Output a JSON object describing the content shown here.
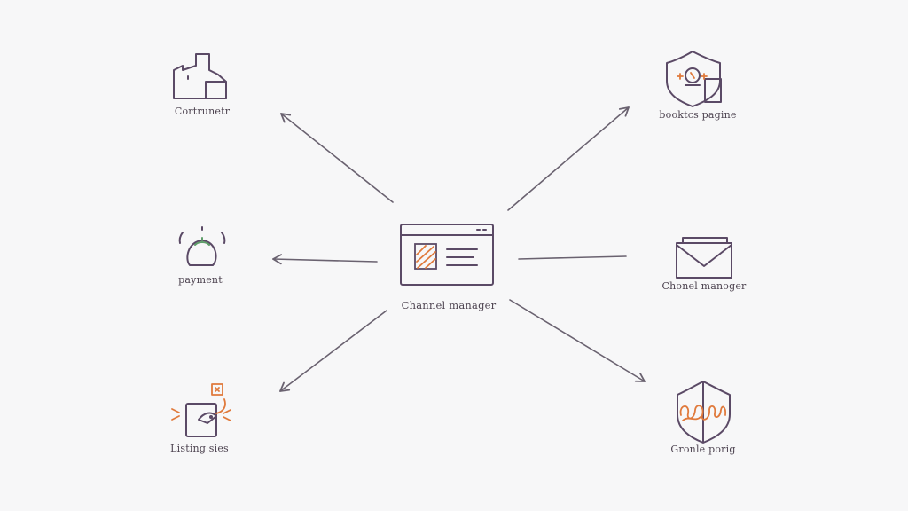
{
  "center": {
    "label": "Channel manager",
    "icon": "browser-window-icon"
  },
  "nodes": [
    {
      "id": "top-left",
      "label": "Cortrunetr",
      "icon": "factory-icon"
    },
    {
      "id": "mid-left",
      "label": "payment",
      "icon": "head-idea-icon"
    },
    {
      "id": "bottom-left",
      "label": "Listing sies",
      "icon": "tablet-tag-icon"
    },
    {
      "id": "top-right",
      "label": "booktcs pagine",
      "icon": "shield-badge-icon"
    },
    {
      "id": "mid-right",
      "label": "Chonel manoger",
      "icon": "envelope-icon"
    },
    {
      "id": "bottom-right",
      "label": "Gronle porig",
      "icon": "shield-scribble-icon"
    }
  ],
  "colors": {
    "line": "#6a6270",
    "icon": "#5b4a66",
    "accent": "#e07a3c",
    "green": "#5f9e6a",
    "background": "#f7f7f8"
  }
}
